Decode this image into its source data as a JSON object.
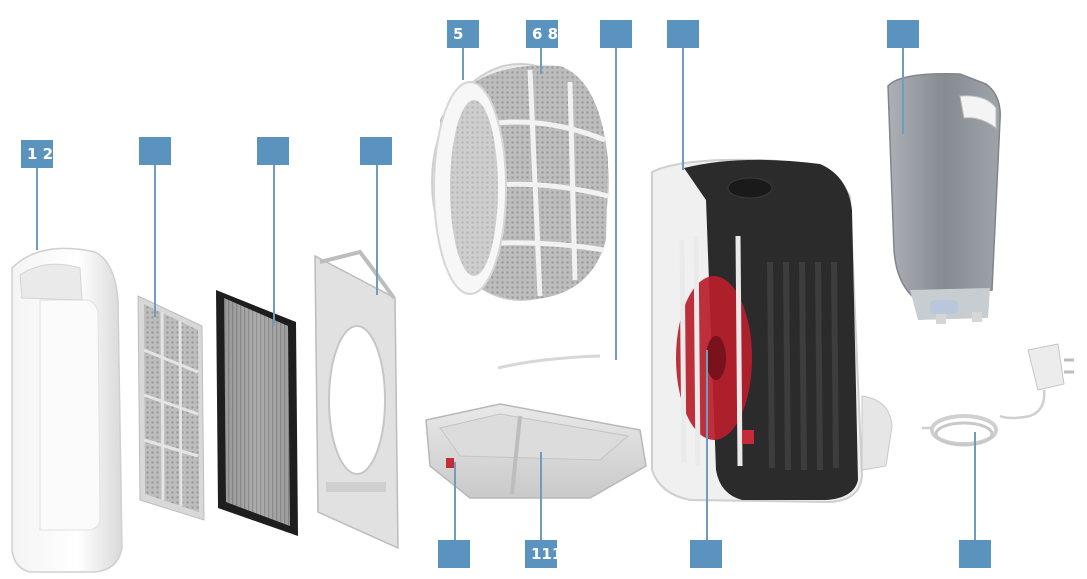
{
  "callouts": {
    "c1": "1 2",
    "c2": "",
    "c3": "",
    "c4": "",
    "c5": "5",
    "c6": "6 8",
    "c7": "",
    "c8": "",
    "c9": "",
    "c10": "",
    "c11": "111",
    "c12": "",
    "c13": ""
  },
  "colors": {
    "callout": "#5b93bf",
    "housing_dark": "#2b2b2b",
    "fan_red": "#b81e2a",
    "tank_grey": "#8a8f95"
  }
}
